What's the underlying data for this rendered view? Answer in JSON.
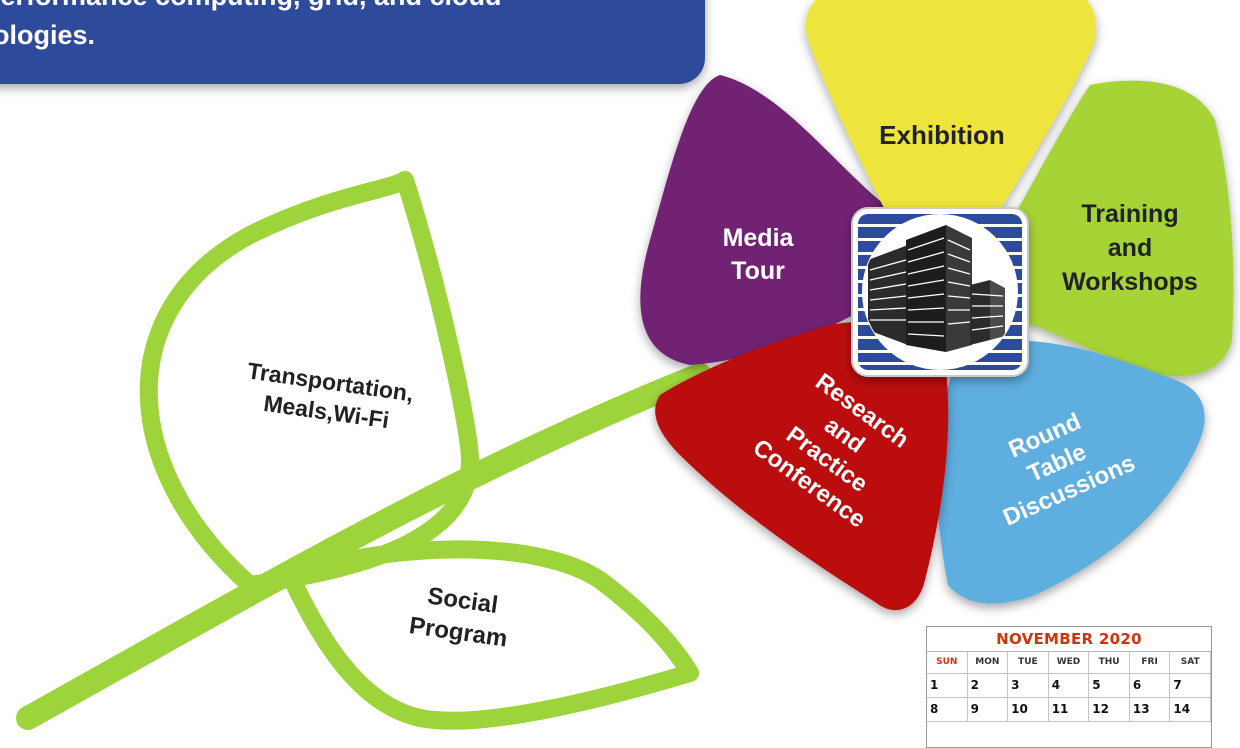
{
  "banner": {
    "line1": "h performance computing, grid, and cloud",
    "line2": "hnologies."
  },
  "petals": {
    "exhibition": [
      "Exhibition"
    ],
    "media_tour": [
      "Media",
      "Tour"
    ],
    "training": [
      "Training",
      "and",
      "Workshops"
    ],
    "research": [
      "Research",
      "and",
      "Practice",
      "Conference"
    ],
    "round_table": [
      "Round",
      "Table",
      "Discussions"
    ]
  },
  "leaves": {
    "transportation": [
      "Transportation,",
      "Meals,Wi-Fi"
    ],
    "social": [
      "Social",
      "Program"
    ]
  },
  "colors": {
    "banner": "#2e4a9b",
    "exhibition": "#ede53a",
    "media_tour": "#722272",
    "training": "#a6d336",
    "research": "#bb0f10",
    "round_table": "#5faee0",
    "stem": "#9ed43b",
    "logo": "#2d4a9c",
    "calendar_accent": "#d4330a"
  },
  "logo": {
    "icon": "buildings-icon"
  },
  "calendar": {
    "title": "NOVEMBER 2020",
    "days_of_week": [
      "SUN",
      "MON",
      "TUE",
      "WED",
      "THU",
      "FRI",
      "SAT"
    ],
    "weeks": [
      [
        "1",
        "2",
        "3",
        "4",
        "5",
        "6",
        "7"
      ],
      [
        "8",
        "9",
        "10",
        "11",
        "12",
        "13",
        "14"
      ]
    ]
  }
}
